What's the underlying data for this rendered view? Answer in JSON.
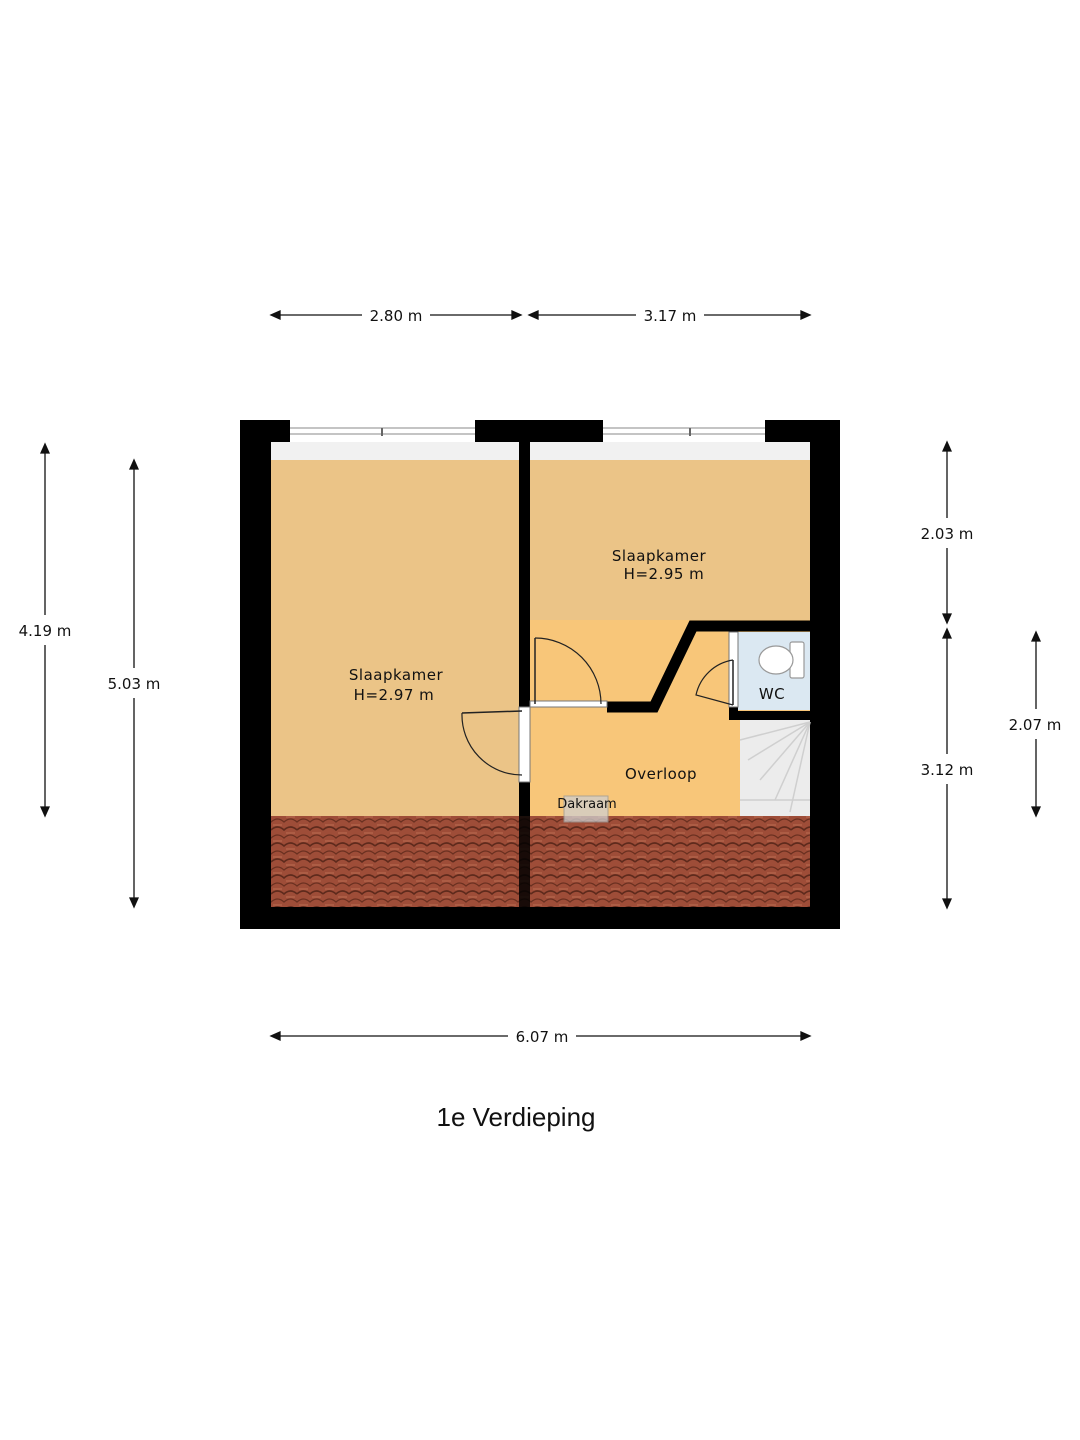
{
  "floor": {
    "title": "1e Verdieping"
  },
  "rooms": {
    "bedroom_left": {
      "name": "Slaapkamer",
      "height": "H=2.97 m"
    },
    "bedroom_right": {
      "name": "Slaapkamer",
      "height": "H=2.95 m"
    },
    "landing": {
      "name": "Overloop"
    },
    "wc": {
      "name": "WC"
    },
    "skylight": {
      "name": "Dakraam"
    }
  },
  "dimensions": {
    "top_left": "2.80 m",
    "top_right": "3.17 m",
    "bottom": "6.07 m",
    "left_outer": "4.19 m",
    "left_inner": "5.03 m",
    "right_upper": "2.03 m",
    "right_lower": "3.12 m",
    "right_far": "2.07 m"
  },
  "colors": {
    "wall": "#000000",
    "bedroom_floor": "#ebc487",
    "landing_floor": "#f8c679",
    "wc_floor": "#dbe8f2",
    "roof_tiles": "#9e4d38",
    "window_strip": "#f1f1f1"
  }
}
